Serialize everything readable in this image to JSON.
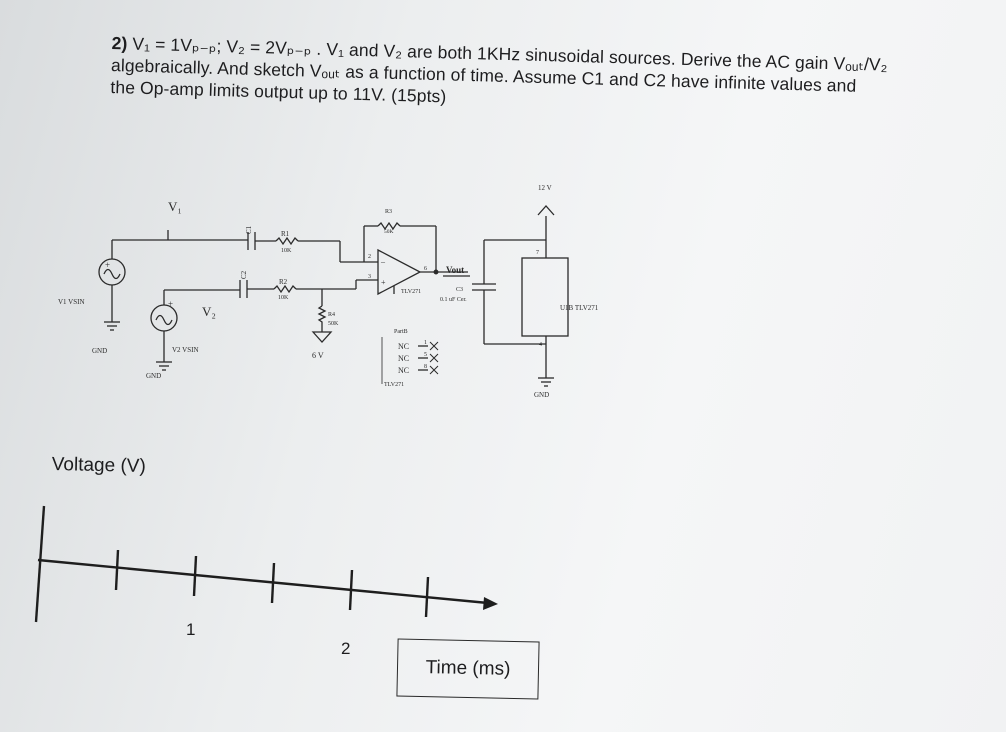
{
  "problem": {
    "number": "2)",
    "line1_given": "V₁ = 1Vₚ₋ₚ; V₂ = 2Vₚ₋ₚ .",
    "line1_rest": "V₁ and V₂ are both 1KHz sinusoidal sources. Derive the AC gain Vₒᵤₜ/V₂",
    "line2": "algebraically. And sketch Vₒᵤₜ as a function of time. Assume C1 and C2 have infinite values and",
    "line3": "the Op-amp limits output up to 11V. (15pts)"
  },
  "schematic": {
    "supply_label": "12 V",
    "v1_node_label": "V₁",
    "v2_node_label": "V₂",
    "c1_label": "C1",
    "r1_label": "R1",
    "r1_value": "10K",
    "c2_label": "C2",
    "r2_label": "R2",
    "r2_value": "10K",
    "r3_label": "R3",
    "r3_value": "50K",
    "r4_label": "R4",
    "r4_value": "50K",
    "bias_label": "6 V",
    "pin2": "2",
    "pin3": "3",
    "pin6": "6",
    "pin7": "7",
    "pin4": "4",
    "opamp_label": "TLV271",
    "vout_label": "Vout",
    "c3_label": "C3",
    "c3_value": "0.1 uF Cer.",
    "v1_source_label": "V1 VSIN",
    "v2_source_label": "V2 VSIN",
    "gnd_label": "GND",
    "partb_title": "PartB",
    "partb_nc": [
      "NC",
      "NC",
      "NC"
    ],
    "partb_pins": [
      "1",
      "5",
      "8"
    ],
    "partb_part": "TLV271",
    "u1b_label": "U1B TLV271"
  },
  "graph": {
    "ylabel": "Voltage (V)",
    "tick1": "1",
    "tick2": "2",
    "xlabel": "Time (ms)"
  }
}
